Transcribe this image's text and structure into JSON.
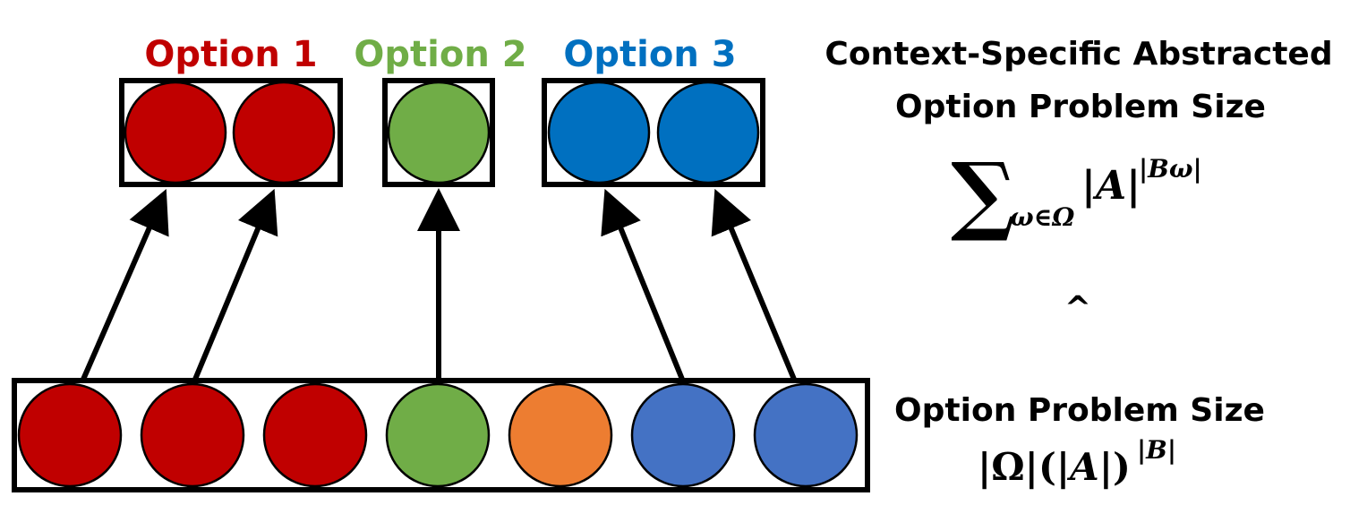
{
  "options": [
    {
      "label": "Option 1",
      "color": "#c00000"
    },
    {
      "label": "Option 2",
      "color": "#70ad47"
    },
    {
      "label": "Option 3",
      "color": "#0070c0"
    }
  ],
  "bottom_circle_colors": [
    "#c00000",
    "#c00000",
    "#c00000",
    "#70ad47",
    "#ed7d31",
    "#4472c4",
    "#4472c4"
  ],
  "abstracted": {
    "heading_line1": "Context-Specific Abstracted",
    "heading_line2": "Option Problem Size",
    "formula": {
      "sum": "∑",
      "subscript": "ω∈Ω",
      "bar_open": "|",
      "var": "A",
      "bar_close": "|",
      "exponent": "|Bω|"
    }
  },
  "comparison_symbol": "^",
  "option_problem": {
    "heading": "Option Problem Size",
    "formula": {
      "omega_part": "|Ω|",
      "paren_open": "(",
      "bar_open": "|",
      "var": "A",
      "bar_close": "|",
      "paren_close": ")",
      "exponent": "|B|"
    }
  }
}
